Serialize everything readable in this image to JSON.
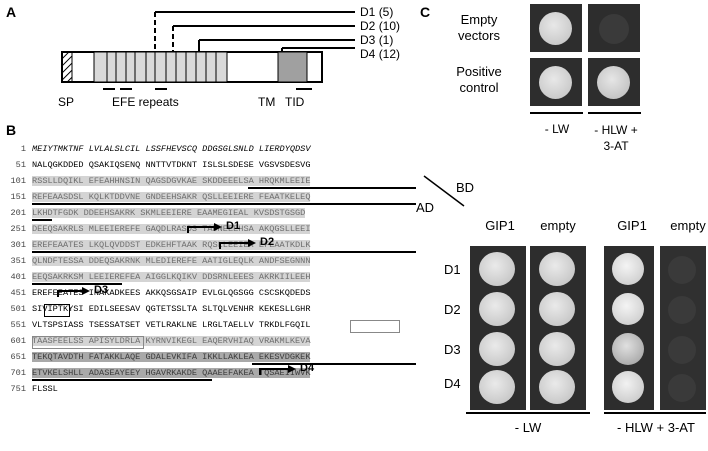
{
  "panel_a": {
    "label": "A",
    "constructs": [
      {
        "name": "D1",
        "count": "(5)"
      },
      {
        "name": "D2",
        "count": "(10)"
      },
      {
        "name": "D3",
        "count": "(1)"
      },
      {
        "name": "D4",
        "count": "(12)"
      }
    ],
    "domains": {
      "sp": "SP",
      "efe": "EFE repeats",
      "tm": "TM",
      "tid": "TID"
    }
  },
  "panel_b": {
    "label": "B",
    "sequence_lines": [
      {
        "num": "1",
        "text": "MEIYTMKTNF LVLALSLCIL LSSFHEVSCQ DDGSGLSNLD LIERDYQDSV"
      },
      {
        "num": "51",
        "text": "NALQGKDDED QSAKIQSENQ NNTTVTDKNT ISLSLSDESE VGSVSDESVG"
      },
      {
        "num": "101",
        "text": "RSSLLDQIKL EFEAHHNSIN QAGSDGVKAE SKDDEEELSA HRQKMLEEIE"
      },
      {
        "num": "151",
        "text": "REFEAASDSL KQLKTDDVNE GNDEEHSAKR QSLLEEIERE FEAATKELEQ"
      },
      {
        "num": "201",
        "text": "LKHDTFGDK DDEEHSAKRK SKMLEEIERE EAAMEGIEAL KVSDSTGSGD"
      },
      {
        "num": "251",
        "text": "DEEQSAKRLS MLEEIEREFE GAQDLRASDS TADNEEEHSA AKQGSLLEEI"
      },
      {
        "num": "301",
        "text": "EREFEAATES LKQLQVDDST EDKEHFTAAK RQSLLEEIER EFEAATKDLK"
      },
      {
        "num": "351",
        "text": "QLNDFTESSA DDEQSAKRNK MLEDIEREFE AATIGLEQLK ANDFSEGNNN"
      },
      {
        "num": "401",
        "text": "EEQSAKRKSM LEEIEREFEA AIGGLKQIKV DDSRNLEEES AKRKIILEEH"
      },
      {
        "num": "451",
        "text": "EREFEEATES INAKADKEES AKKQSGSAIP EVLGLQGSGG CSCSKQDEDS"
      },
      {
        "num": "501",
        "text": "SIVIPTKYSI EDILSEESAV QGTETSSLTA SLTQLVENHR KEKESLLGHR"
      },
      {
        "num": "551",
        "text": "VLTSPSIASS TSESSATSET VETLRAKLNE LRGLTAELLV TRKDLFGQIL"
      },
      {
        "num": "601",
        "text": "TAASFEELSS APISYLDRLA KYRNVIKEGL EAQERVHIAQ VRAKMLKEVA"
      },
      {
        "num": "651",
        "text": "TEKQTAVDTH FATAKKLAQE GDALEVKIFA IKKLLAKLEA EKESVDGKEK"
      },
      {
        "num": "701",
        "text": "ETVKELSHLL ADASEAYEEY HGAVRKAKDE QAAEEFAKEA TQSAEIIWVK"
      },
      {
        "num": "751",
        "text": "FLSSL"
      }
    ],
    "arrows": [
      "D1",
      "D2",
      "D3",
      "D4"
    ]
  },
  "panel_c": {
    "label": "C",
    "top_rows": [
      "Empty vectors",
      "Positive control"
    ],
    "top_media": [
      "- LW",
      "- HLW + 3-AT"
    ],
    "ad_label": "AD",
    "bd_label": "BD",
    "columns": [
      "GIP1",
      "empty",
      "GIP1",
      "empty"
    ],
    "rows": [
      "D1",
      "D2",
      "D3",
      "D4"
    ],
    "bottom_media": [
      "- LW",
      "- HLW + 3-AT"
    ]
  }
}
